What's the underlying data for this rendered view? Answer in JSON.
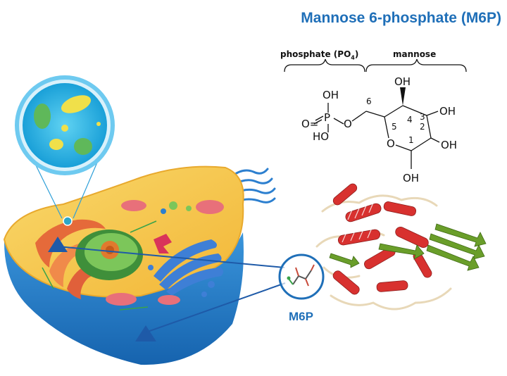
{
  "title": "Mannose 6-phosphate (M6P)",
  "labels": {
    "phosphate_prefix": "phosphate (PO",
    "phosphate_sub": "4",
    "phosphate_suffix": ")",
    "mannose": "mannose",
    "m6p": "M6P"
  },
  "structure": {
    "groups": {
      "oh": "OH",
      "ho": "HO",
      "o": "O",
      "p": "P",
      "oeq": "O="
    },
    "ring_numbers": [
      "1",
      "2",
      "3",
      "4",
      "5",
      "6"
    ]
  },
  "colors": {
    "title_blue": "#1f6fb8",
    "cell_outer_blue": "#1e7bc8",
    "cytoplasm_yellow": "#f5c242",
    "nucleus_green": "#5fae4a",
    "helix_red": "#d8312f",
    "sheet_green": "#6a9e2a"
  }
}
